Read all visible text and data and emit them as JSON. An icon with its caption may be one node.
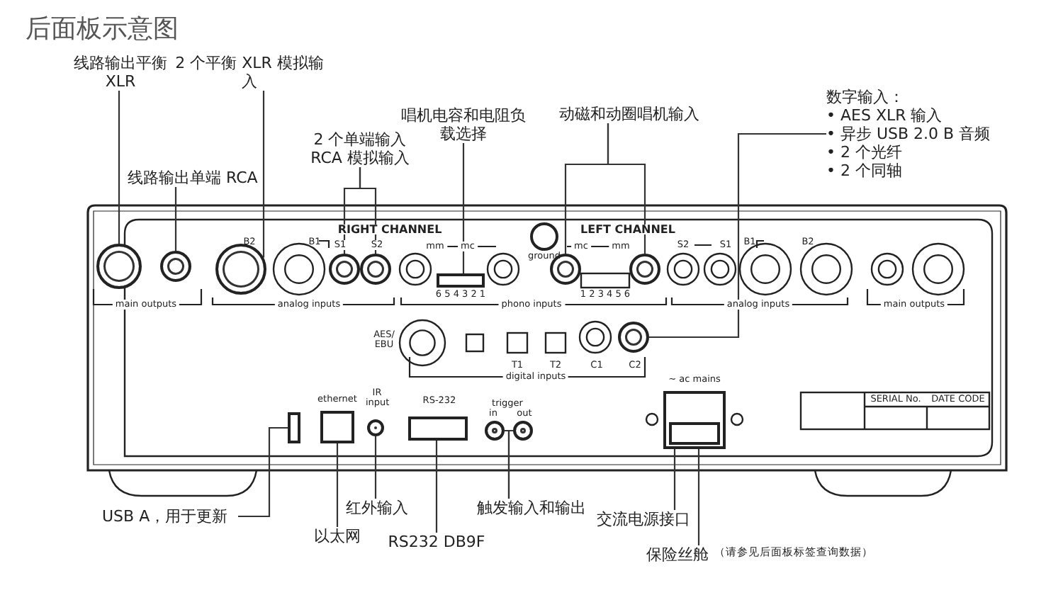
{
  "diagram": {
    "title": "后面板示意图",
    "nodes": [
      {
        "text": [
          "线路输出平衡 XLR"
        ]
      },
      {
        "text": [
          "线路输出单端 RCA"
        ]
      },
      {
        "text": [
          "2 个平衡 XLR 模拟输入"
        ]
      },
      {
        "text": [
          "2 个单端输入 RCA 模拟输入"
        ]
      },
      {
        "text": [
          "唱机电容和电阻负载选择"
        ]
      },
      {
        "text": [
          "动磁和动圈唱机输入"
        ]
      },
      {
        "text": [
          "数字输入：",
          "• AES XLR 输入",
          "• 异步 USB 2.0 B 音频",
          "• 2 个光纤",
          "• 2 个同轴"
        ]
      },
      {
        "text": [
          "USB A，用于更新"
        ]
      },
      {
        "text": [
          "以太网"
        ]
      },
      {
        "text": [
          "红外输入"
        ]
      },
      {
        "text": [
          "RS232 DB9F"
        ]
      },
      {
        "text": [
          "触发输入和输出"
        ]
      },
      {
        "text": [
          "交流电源接口"
        ]
      },
      {
        "text": [
          "保险丝舱",
          "（请参见后面板标签查询数据）"
        ]
      },
      {
        "text": [],
        "shape": "circle"
      },
      {
        "text": [],
        "shape": "circle"
      },
      {
        "text": [],
        "shape": "circle"
      },
      {
        "text": [],
        "shape": "circle"
      },
      {
        "text": [],
        "shape": "circle"
      },
      {
        "text": [],
        "shape": "box"
      },
      {
        "text": [],
        "shape": "circle"
      },
      {
        "text": [],
        "shape": "circle"
      },
      {
        "text": [],
        "shape": "circle"
      },
      {
        "text": [],
        "shape": "box"
      },
      {
        "text": [],
        "shape": "box"
      },
      {
        "text": [],
        "shape": "circle"
      },
      {
        "text": [],
        "shape": "box"
      },
      {
        "text": [],
        "shape": "circle"
      },
      {
        "text": [],
        "shape": "circle"
      },
      {
        "text": [],
        "shape": "box"
      },
      {
        "text": [],
        "shape": "box",
        "in": 29
      }
    ],
    "edges": [
      {
        "from": 0,
        "to": 14,
        "arrow": "none"
      },
      {
        "from": 1,
        "to": 15,
        "arrow": "none"
      },
      {
        "from": 2,
        "to": 16,
        "arrow": "none"
      },
      {
        "from": 3,
        "to": 17,
        "arrow": "none"
      },
      {
        "from": 3,
        "to": 18,
        "arrow": "none"
      },
      {
        "from": 4,
        "to": 19,
        "arrow": "none"
      },
      {
        "from": 5,
        "to": 20,
        "arrow": "none"
      },
      {
        "from": 5,
        "to": 21,
        "arrow": "none"
      },
      {
        "from": 6,
        "to": 22,
        "arrow": "none"
      },
      {
        "from": 7,
        "to": 23,
        "arrow": "none"
      },
      {
        "from": 8,
        "to": 24,
        "arrow": "none"
      },
      {
        "from": 9,
        "to": 25,
        "arrow": "none"
      },
      {
        "from": 10,
        "to": 26,
        "arrow": "none"
      },
      {
        "from": 11,
        "to": 27,
        "arrow": "none"
      },
      {
        "from": 11,
        "to": 28,
        "arrow": "none"
      },
      {
        "from": 12,
        "to": 29,
        "arrow": "none"
      },
      {
        "from": 13,
        "to": 30,
        "arrow": "none"
      }
    ],
    "labels": [
      "RIGHT CHANNEL",
      "B2",
      "B1",
      "S1",
      "S2",
      "mm",
      "mc",
      "6 5 4 3 2 1",
      "ground",
      "LEFT CHANNEL",
      "mc",
      "mm",
      "1 2 3 4 5 6",
      "S2",
      "S1",
      "B1",
      "B2",
      "main outputs",
      "analog inputs",
      "phono inputs",
      "analog inputs",
      "main outputs",
      "AES/ EBU",
      "T1",
      "T2",
      "C1",
      "C2",
      "digital inputs",
      "~ ac mains",
      "ethernet",
      "IR input",
      "RS-232",
      "trigger",
      "in",
      "out",
      "SERIAL No.",
      "DATE CODE"
    ]
  }
}
